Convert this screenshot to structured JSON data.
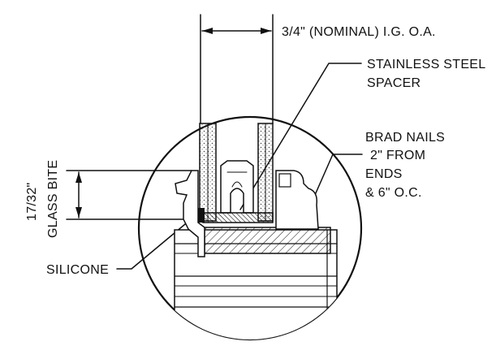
{
  "labels": {
    "ig_width": "3/4\" (NOMINAL) I.G. O.A.",
    "spacer_line1": "STAINLESS STEEL",
    "spacer_line2": "SPACER",
    "brad_line1": "BRAD NAILS",
    "brad_line2": "2\" FROM",
    "brad_line3": "ENDS",
    "brad_line4": "& 6\" O.C.",
    "glass_bite_value": "17/32\"",
    "glass_bite_label": "GLASS BITE",
    "silicone": "SILICONE"
  },
  "colors": {
    "line": "#111111",
    "background": "#ffffff",
    "fill_light": "#e6e6e6"
  }
}
